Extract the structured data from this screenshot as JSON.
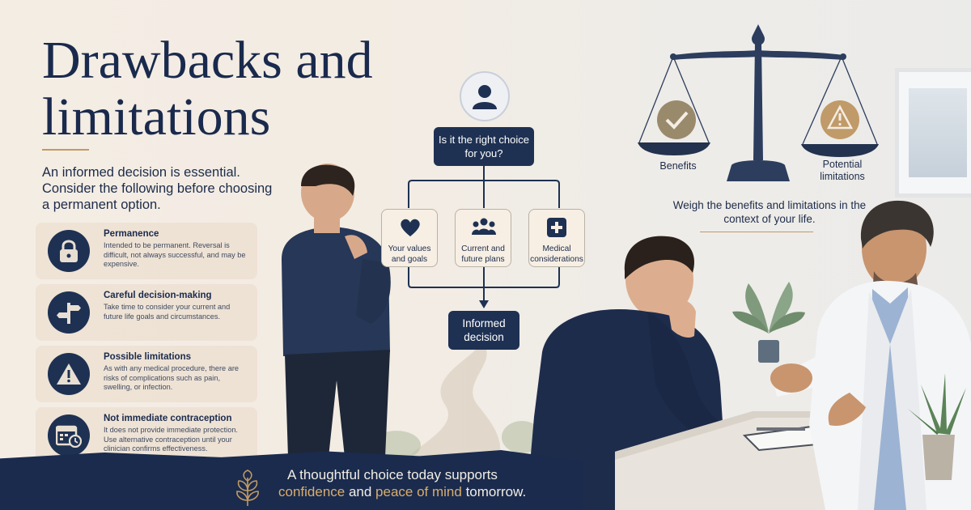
{
  "title": "Drawbacks and limitations",
  "intro": "An informed decision is essential. Consider the following before choosing a permanent option.",
  "cards": [
    {
      "icon": "lock-icon",
      "title": "Permanence",
      "text": "Intended to be permanent. Reversal is difficult, not always successful, and may be expensive."
    },
    {
      "icon": "signpost-icon",
      "title": "Careful decision-making",
      "text": "Take time to consider your current and future life goals and circumstances."
    },
    {
      "icon": "warning-icon",
      "title": "Possible limitations",
      "text": "As with any medical procedure, there are risks of complications such as pain, swelling, or infection."
    },
    {
      "icon": "calendar-clock-icon",
      "title": "Not immediate contraception",
      "text": "It does not provide immediate protection. Use alternative contraception until your clinician confirms effectiveness."
    }
  ],
  "flow": {
    "question": "Is it the right choice for you?",
    "factors": [
      {
        "icon": "heart-icon",
        "label": "Your values and goals"
      },
      {
        "icon": "people-icon",
        "label": "Current and future plans"
      },
      {
        "icon": "medical-cross-icon",
        "label": "Medical considerations"
      }
    ],
    "outcome": "Informed decision"
  },
  "scale": {
    "left_label": "Benefits",
    "right_label": "Potential limitations",
    "caption": "Weigh the benefits and limitations in the context of your life."
  },
  "banner": {
    "line1": "A thoughtful choice today supports",
    "accent1": "confidence",
    "and": " and ",
    "accent2": "peace of mind",
    "end": " tomorrow."
  },
  "colors": {
    "navy": "#1e3153",
    "gold": "#c29a63",
    "beige": "#f4ede4"
  }
}
